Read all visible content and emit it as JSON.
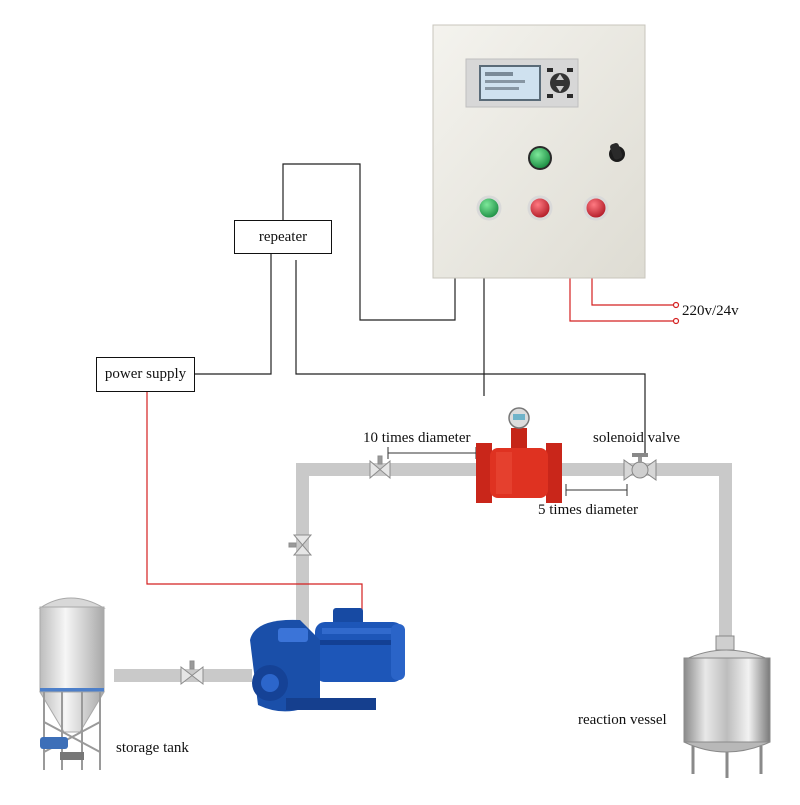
{
  "labels": {
    "repeater": "repeater",
    "power_supply": "power supply",
    "voltage": "220v/24v",
    "ten_times_diameter": "10 times diameter",
    "solenoid_valve": "solenoid valve",
    "five_times_diameter": "5 times diameter",
    "reaction_vessel": "reaction vessel",
    "storage_tank": "storage tank"
  },
  "colors": {
    "pipe": "#c9c9c9",
    "signal_wire": "#222222",
    "power_wire": "#d42020",
    "cabinet": "#eeece4",
    "lamp_green": "#1fa346",
    "lamp_red": "#d6182a",
    "flowmeter": "#d92a1c",
    "pump": "#1d56b8"
  }
}
